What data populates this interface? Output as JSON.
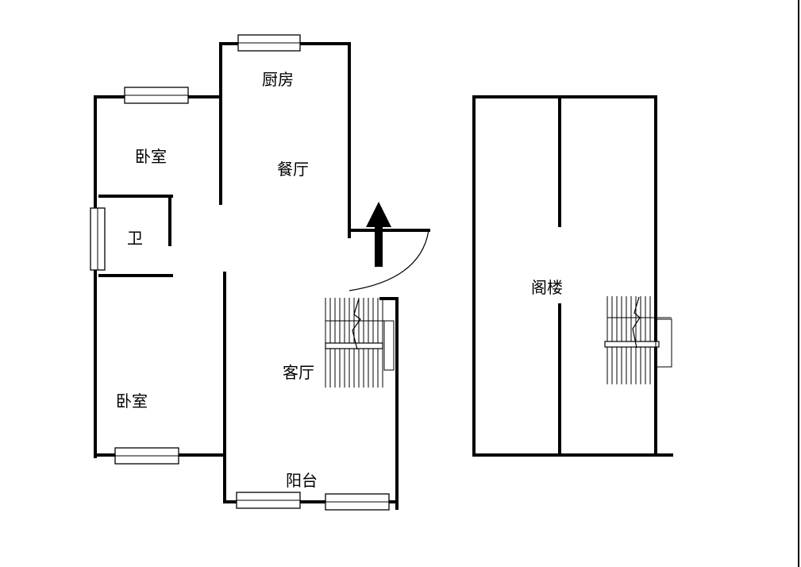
{
  "floor_plan": {
    "main_level": {
      "rooms": [
        {
          "id": "kitchen",
          "label": "厨房"
        },
        {
          "id": "bedroom_1",
          "label": "卧室"
        },
        {
          "id": "dining",
          "label": "餐厅"
        },
        {
          "id": "bathroom",
          "label": "卫"
        },
        {
          "id": "living",
          "label": "客厅"
        },
        {
          "id": "bedroom_2",
          "label": "卧室"
        },
        {
          "id": "balcony",
          "label": "阳台"
        }
      ]
    },
    "loft_level": {
      "rooms": [
        {
          "id": "loft",
          "label": "阁楼"
        }
      ]
    },
    "entrance_arrow": "up-arrow-icon",
    "colors": {
      "wall": "#000000",
      "background": "#ffffff"
    }
  }
}
